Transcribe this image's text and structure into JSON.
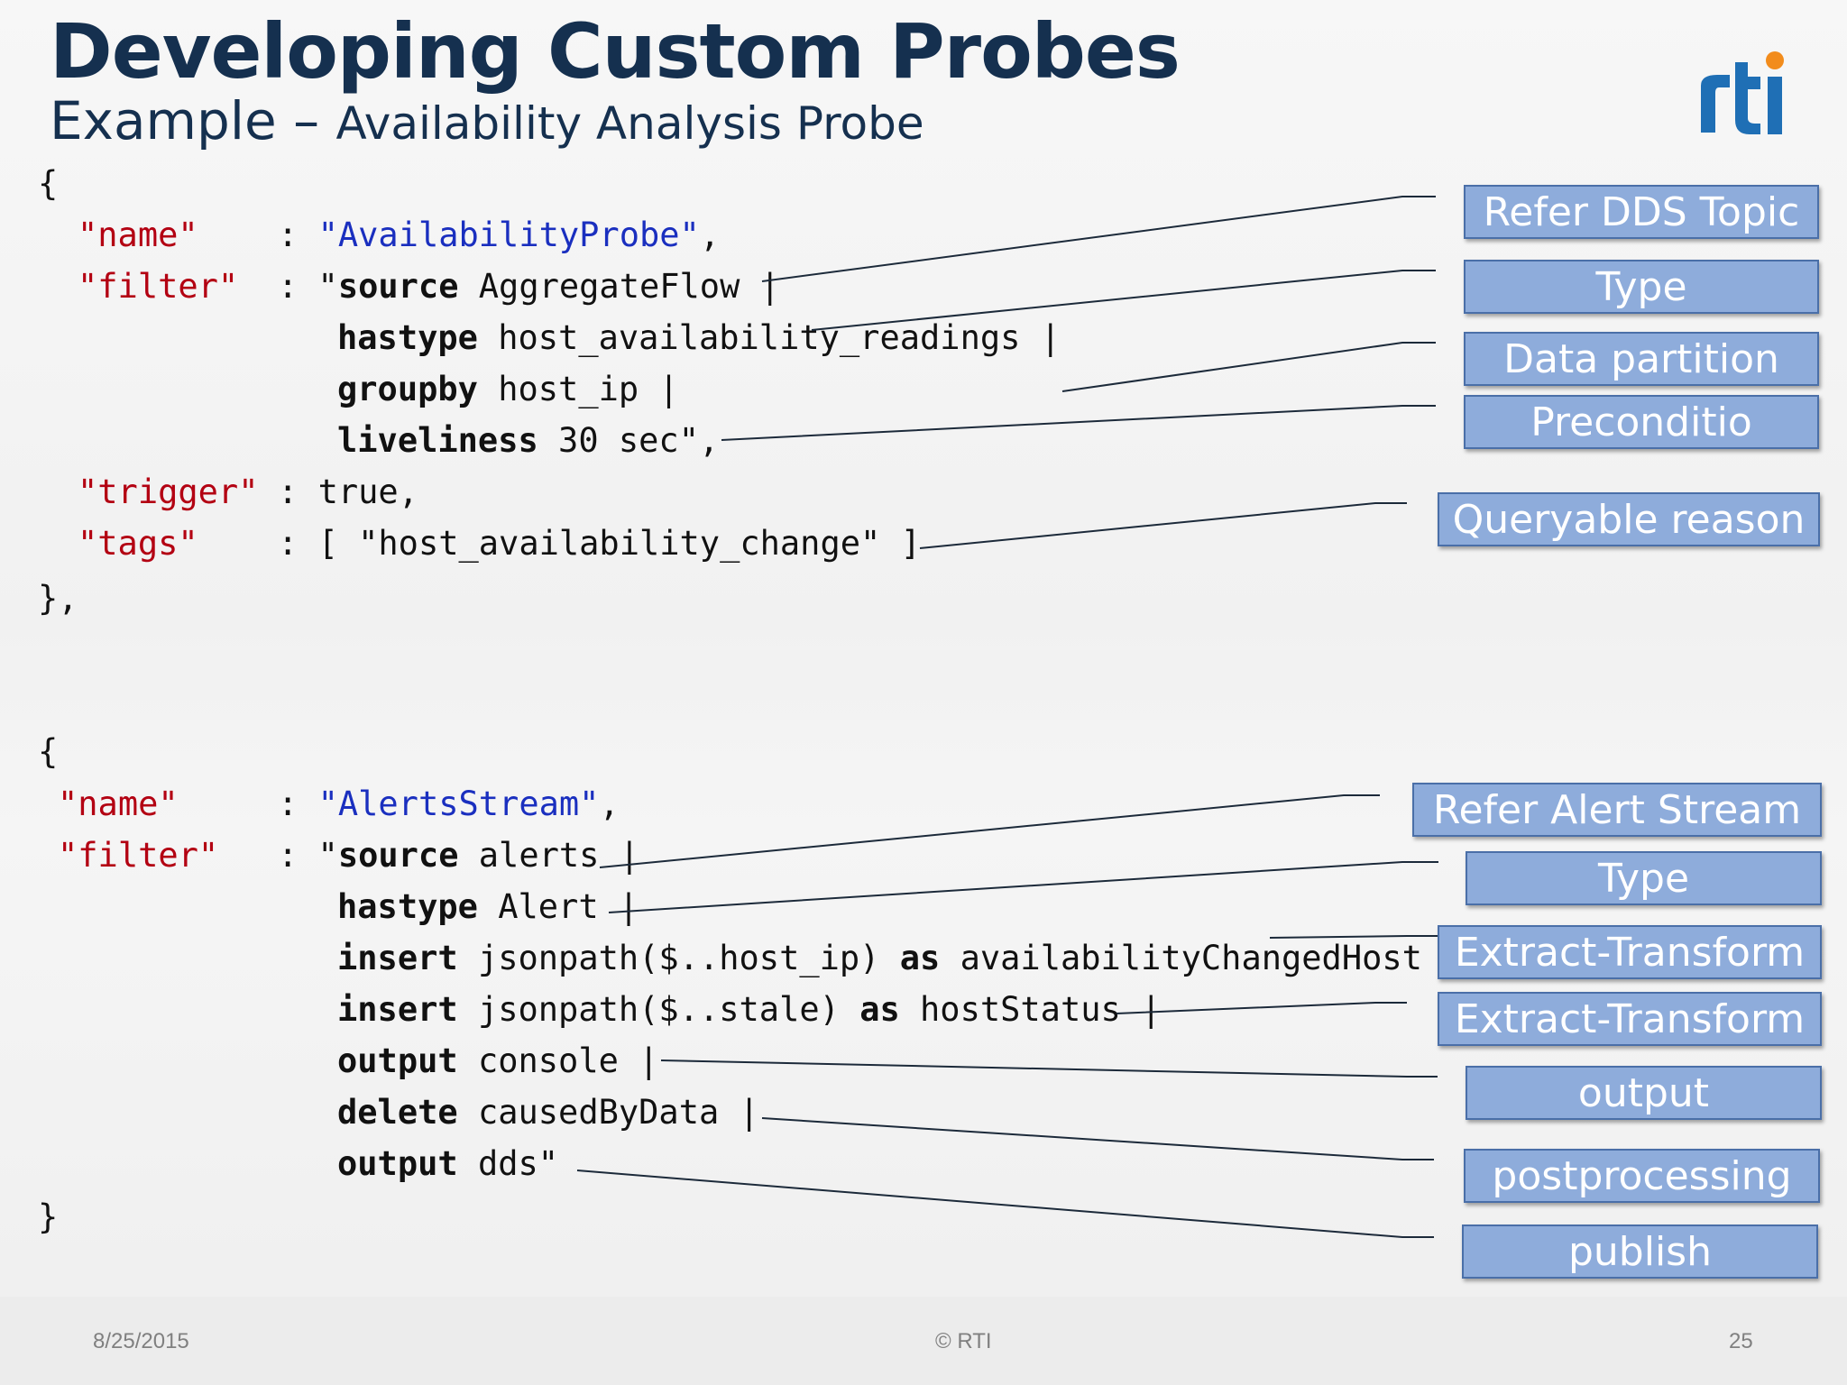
{
  "slide": {
    "title": "Developing Custom Probes",
    "subtitle_lead": "Example –",
    "subtitle_rest": "Availability Analysis Probe"
  },
  "code_block_1": {
    "open": "{",
    "name_key": "\"name\"",
    "name_value": "\"AvailabilityProbe\"",
    "filter_key": "\"filter\"",
    "source_kw": "source",
    "source_val": "AggregateFlow |",
    "hastype_kw": "hastype",
    "hastype_val": "host_availability_readings |",
    "groupby_kw": "groupby",
    "groupby_val": "host_ip |",
    "liveliness_kw": "liveliness",
    "liveliness_val": "30 sec\",",
    "trigger_key": "\"trigger\"",
    "trigger_val": "true,",
    "tags_key": "\"tags\"",
    "tags_val": "[ \"host_availability_change\" ]",
    "close": "},"
  },
  "code_block_2": {
    "open": "{",
    "name_key": "\"name\"",
    "name_value": "\"AlertsStream\"",
    "filter_key": "\"filter\"",
    "source_kw": "source",
    "source_val": "alerts |",
    "hastype_kw": "hastype",
    "hastype_val": "Alert |",
    "insert1_kw": "insert",
    "insert1_a": "jsonpath($..host_ip)",
    "insert1_as": "as",
    "insert1_b": "availabilityChangedHost",
    "insert2_kw": "insert",
    "insert2_a": "jsonpath($..stale)",
    "insert2_as": "as",
    "insert2_b": "hostStatus |",
    "output1_kw": "output",
    "output1_val": "console |",
    "delete_kw": "delete",
    "delete_val": "causedByData |",
    "output2_kw": "output",
    "output2_val": "dds\"",
    "close": "}"
  },
  "callouts_1": [
    "Refer DDS Topic",
    "Type",
    "Data partition",
    "Preconditio",
    "Queryable reason"
  ],
  "callouts_2": [
    "Refer Alert Stream",
    "Type",
    "Extract-Transform",
    "Extract-Transform",
    "output",
    "postprocessing",
    "publish"
  ],
  "footer": {
    "date": "8/25/2015",
    "copyright": "© RTI",
    "page": "25"
  },
  "colors": {
    "title": "#15304f",
    "callout_fill": "#8eacdb",
    "key_red": "#b30012",
    "string_blue": "#1a2fbf",
    "logo_blue": "#1f6fb5",
    "logo_orange": "#f28c1c"
  },
  "logo": "rti"
}
